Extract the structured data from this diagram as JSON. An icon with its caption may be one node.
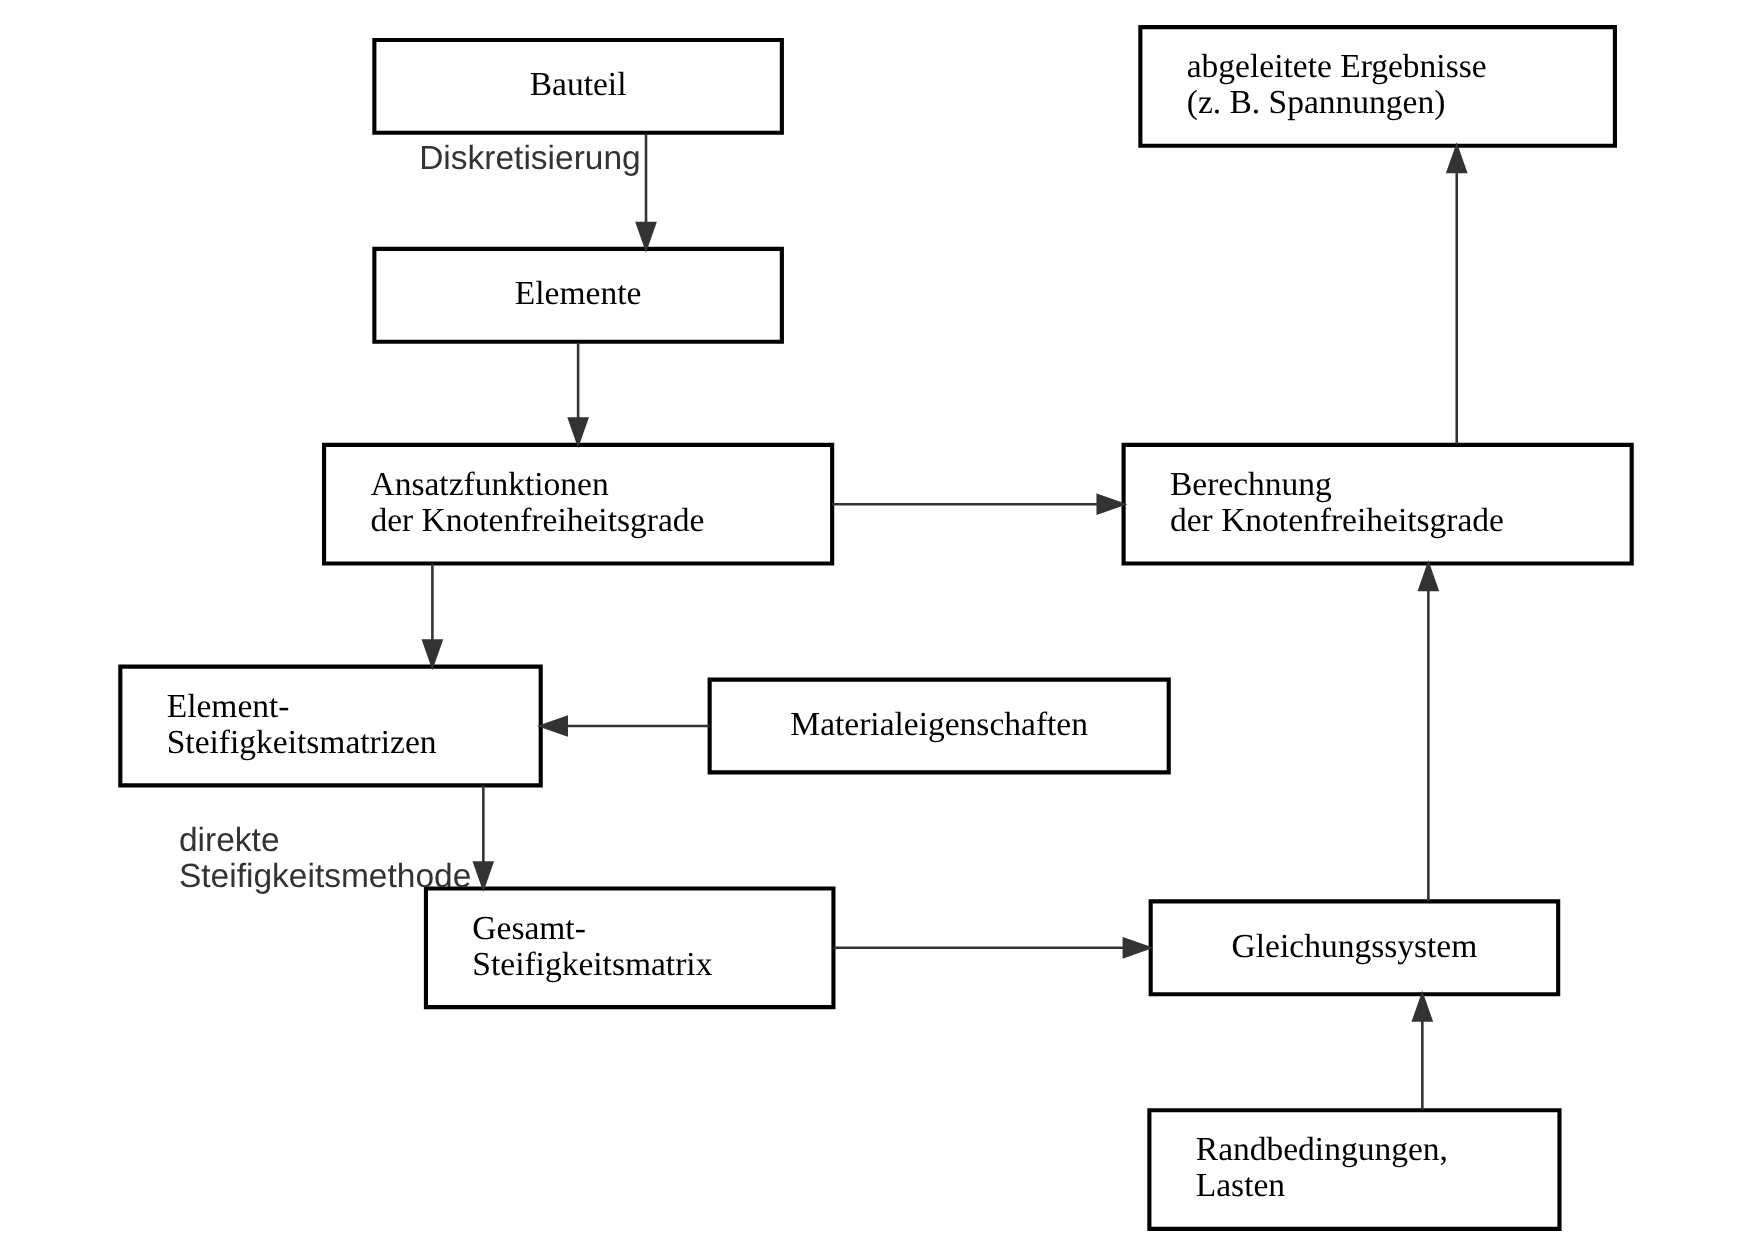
{
  "diagram": {
    "nodes": [
      {
        "text": [
          "Bauteil"
        ]
      },
      {
        "text": [
          "Elemente"
        ]
      },
      {
        "text": [
          "Ansatzfunktionen der Knotenfreiheitsgrade"
        ]
      },
      {
        "text": [
          "Materialeigenschaften"
        ]
      },
      {
        "text": [
          "Element- Steifigkeitsmatrizen"
        ]
      },
      {
        "text": [
          "Gesamt- Steifigkeitsmatrix"
        ]
      },
      {
        "text": [
          "abgeleitete Ergebnisse (z. B. Spannungen)"
        ]
      },
      {
        "text": [
          "Berechnung der Knotenfreiheitsgrade"
        ]
      },
      {
        "text": [
          "Gleichungssystem"
        ]
      },
      {
        "text": [
          "Randbedingungen, Lasten"
        ]
      }
    ],
    "edges": [
      {
        "from": 0,
        "to": 1,
        "arrow": "to",
        "label": "Diskretisierung"
      },
      {
        "from": 1,
        "to": 2,
        "arrow": "to"
      },
      {
        "from": 2,
        "to": 4,
        "arrow": "to"
      },
      {
        "from": 3,
        "to": 4,
        "arrow": "to"
      },
      {
        "from": 4,
        "to": 5,
        "arrow": "to",
        "label": "direkte Steifigkeitsmethode"
      },
      {
        "from": 2,
        "to": 7,
        "arrow": "to"
      },
      {
        "from": 5,
        "to": 8,
        "arrow": "to"
      },
      {
        "from": 9,
        "to": 8,
        "arrow": "to"
      },
      {
        "from": 8,
        "to": 7,
        "arrow": "to"
      },
      {
        "from": 7,
        "to": 6,
        "arrow": "to"
      }
    ]
  }
}
